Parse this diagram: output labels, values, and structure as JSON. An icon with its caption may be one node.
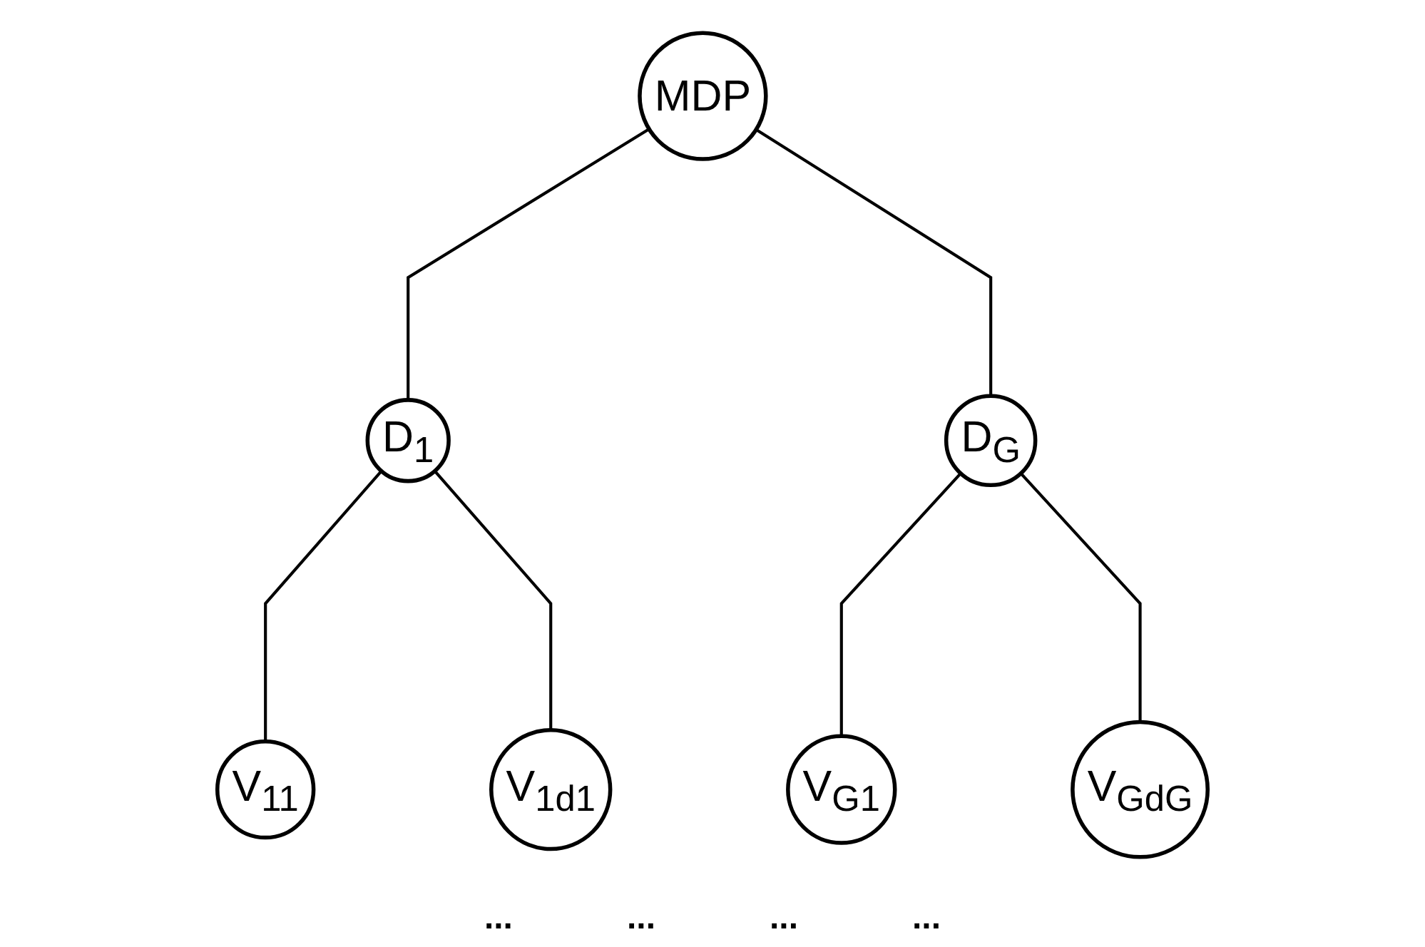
{
  "diagram": {
    "nodes": [
      {
        "text": [
          "MDP"
        ]
      },
      {
        "text": [
          "D$_{1}$"
        ]
      },
      {
        "text": [
          "D$_{G}$"
        ]
      },
      {
        "text": [
          "V$_{11}$"
        ]
      },
      {
        "text": [
          "V$_{1d1}$"
        ]
      },
      {
        "text": [
          "V$_{G1}$"
        ]
      },
      {
        "text": [
          "V$_{GdG}$"
        ]
      }
    ],
    "edges": [
      {
        "from": 0,
        "to": 1,
        "arrow": "none"
      },
      {
        "from": 0,
        "to": 2,
        "arrow": "none"
      },
      {
        "from": 1,
        "to": 3,
        "arrow": "none"
      },
      {
        "from": 1,
        "to": 4,
        "arrow": "none"
      },
      {
        "from": 2,
        "to": 5,
        "arrow": "none"
      },
      {
        "from": 2,
        "to": 6,
        "arrow": "none"
      }
    ],
    "labels": [
      "...",
      "...",
      "...",
      "..."
    ]
  }
}
